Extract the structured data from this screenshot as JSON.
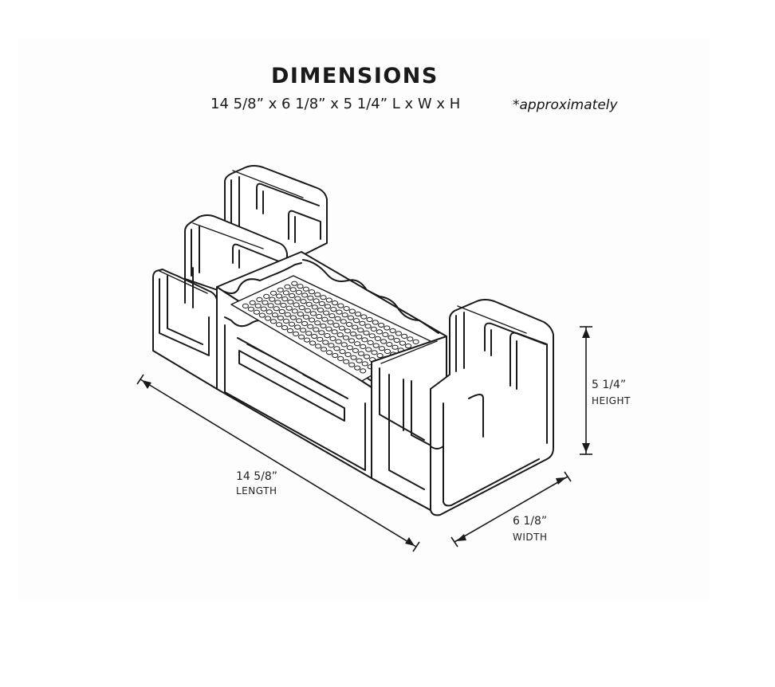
{
  "header": {
    "title": "DIMENSIONS",
    "dimensions_line": "14 5/8” x 6 1/8” x 5 1/4” L x W x H",
    "note": "*approximately"
  },
  "measurements": {
    "height": {
      "value": "5 1/4”",
      "label": "HEIGHT"
    },
    "length": {
      "value": "14 5/8”",
      "label": "LENGTH"
    },
    "width": {
      "value": "6 1/8”",
      "label": "WIDTH"
    }
  },
  "colors": {
    "ink": "#1a1a1a",
    "background": "#ffffff"
  }
}
